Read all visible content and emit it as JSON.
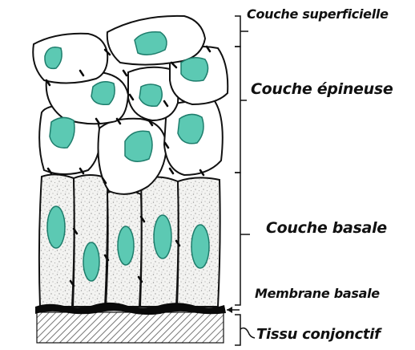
{
  "labels": {
    "superficial_layer": "Couche superficielle",
    "spinous_layer": "Couche épineuse",
    "basal_layer": "Couche basale",
    "basement_membrane": "Membrane basale",
    "connective_tissue": "Tissu conjonctif"
  },
  "colors": {
    "nucleus_fill": "#5cc9b3",
    "nucleus_stroke": "#1e7d6c",
    "outline": "#111111",
    "membrane": "#0a0a0a",
    "hatch": "#777777"
  }
}
